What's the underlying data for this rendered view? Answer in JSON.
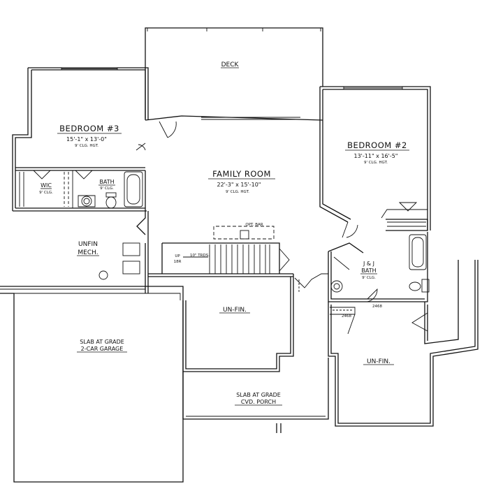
{
  "plan": {
    "deck": "DECK",
    "bedroom3": {
      "name": "BEDROOM #3",
      "size": "15'-1\" x 13'-0\"",
      "ceiling": "9' CLG. HGT."
    },
    "wic": {
      "name": "WIC",
      "ceiling": "9' CLG."
    },
    "bath": {
      "name": "BATH",
      "ceiling": "9' CLG."
    },
    "family_room": {
      "name": "FAMILY ROOM",
      "size": "22'-3\" x 15'-10\"",
      "ceiling": "9' CLG. HGT."
    },
    "bedroom2": {
      "name": "BEDROOM #2",
      "size": "13'-11\" x 16'-5\"",
      "ceiling": "9' CLG. HGT."
    },
    "opt_bar": "OPT. BAR",
    "unfin_mech": {
      "line1": "UNFIN",
      "line2": "MECH."
    },
    "stairs": {
      "up": "UP",
      "risers": "18R",
      "treads": "10\" TRDS."
    },
    "jj_bath": {
      "line1": "J & J",
      "line2": "BATH",
      "ceiling": "9' CLG."
    },
    "unfin_center": "UN-FIN.",
    "unfin_right": "UN-FIN.",
    "door_code_1": "2468",
    "door_code_2": "2468",
    "garage": {
      "line1": "SLAB AT GRADE",
      "line2": "2-CAR GARAGE"
    },
    "porch": {
      "line1": "SLAB AT GRADE",
      "line2": "CVD. PORCH"
    }
  }
}
